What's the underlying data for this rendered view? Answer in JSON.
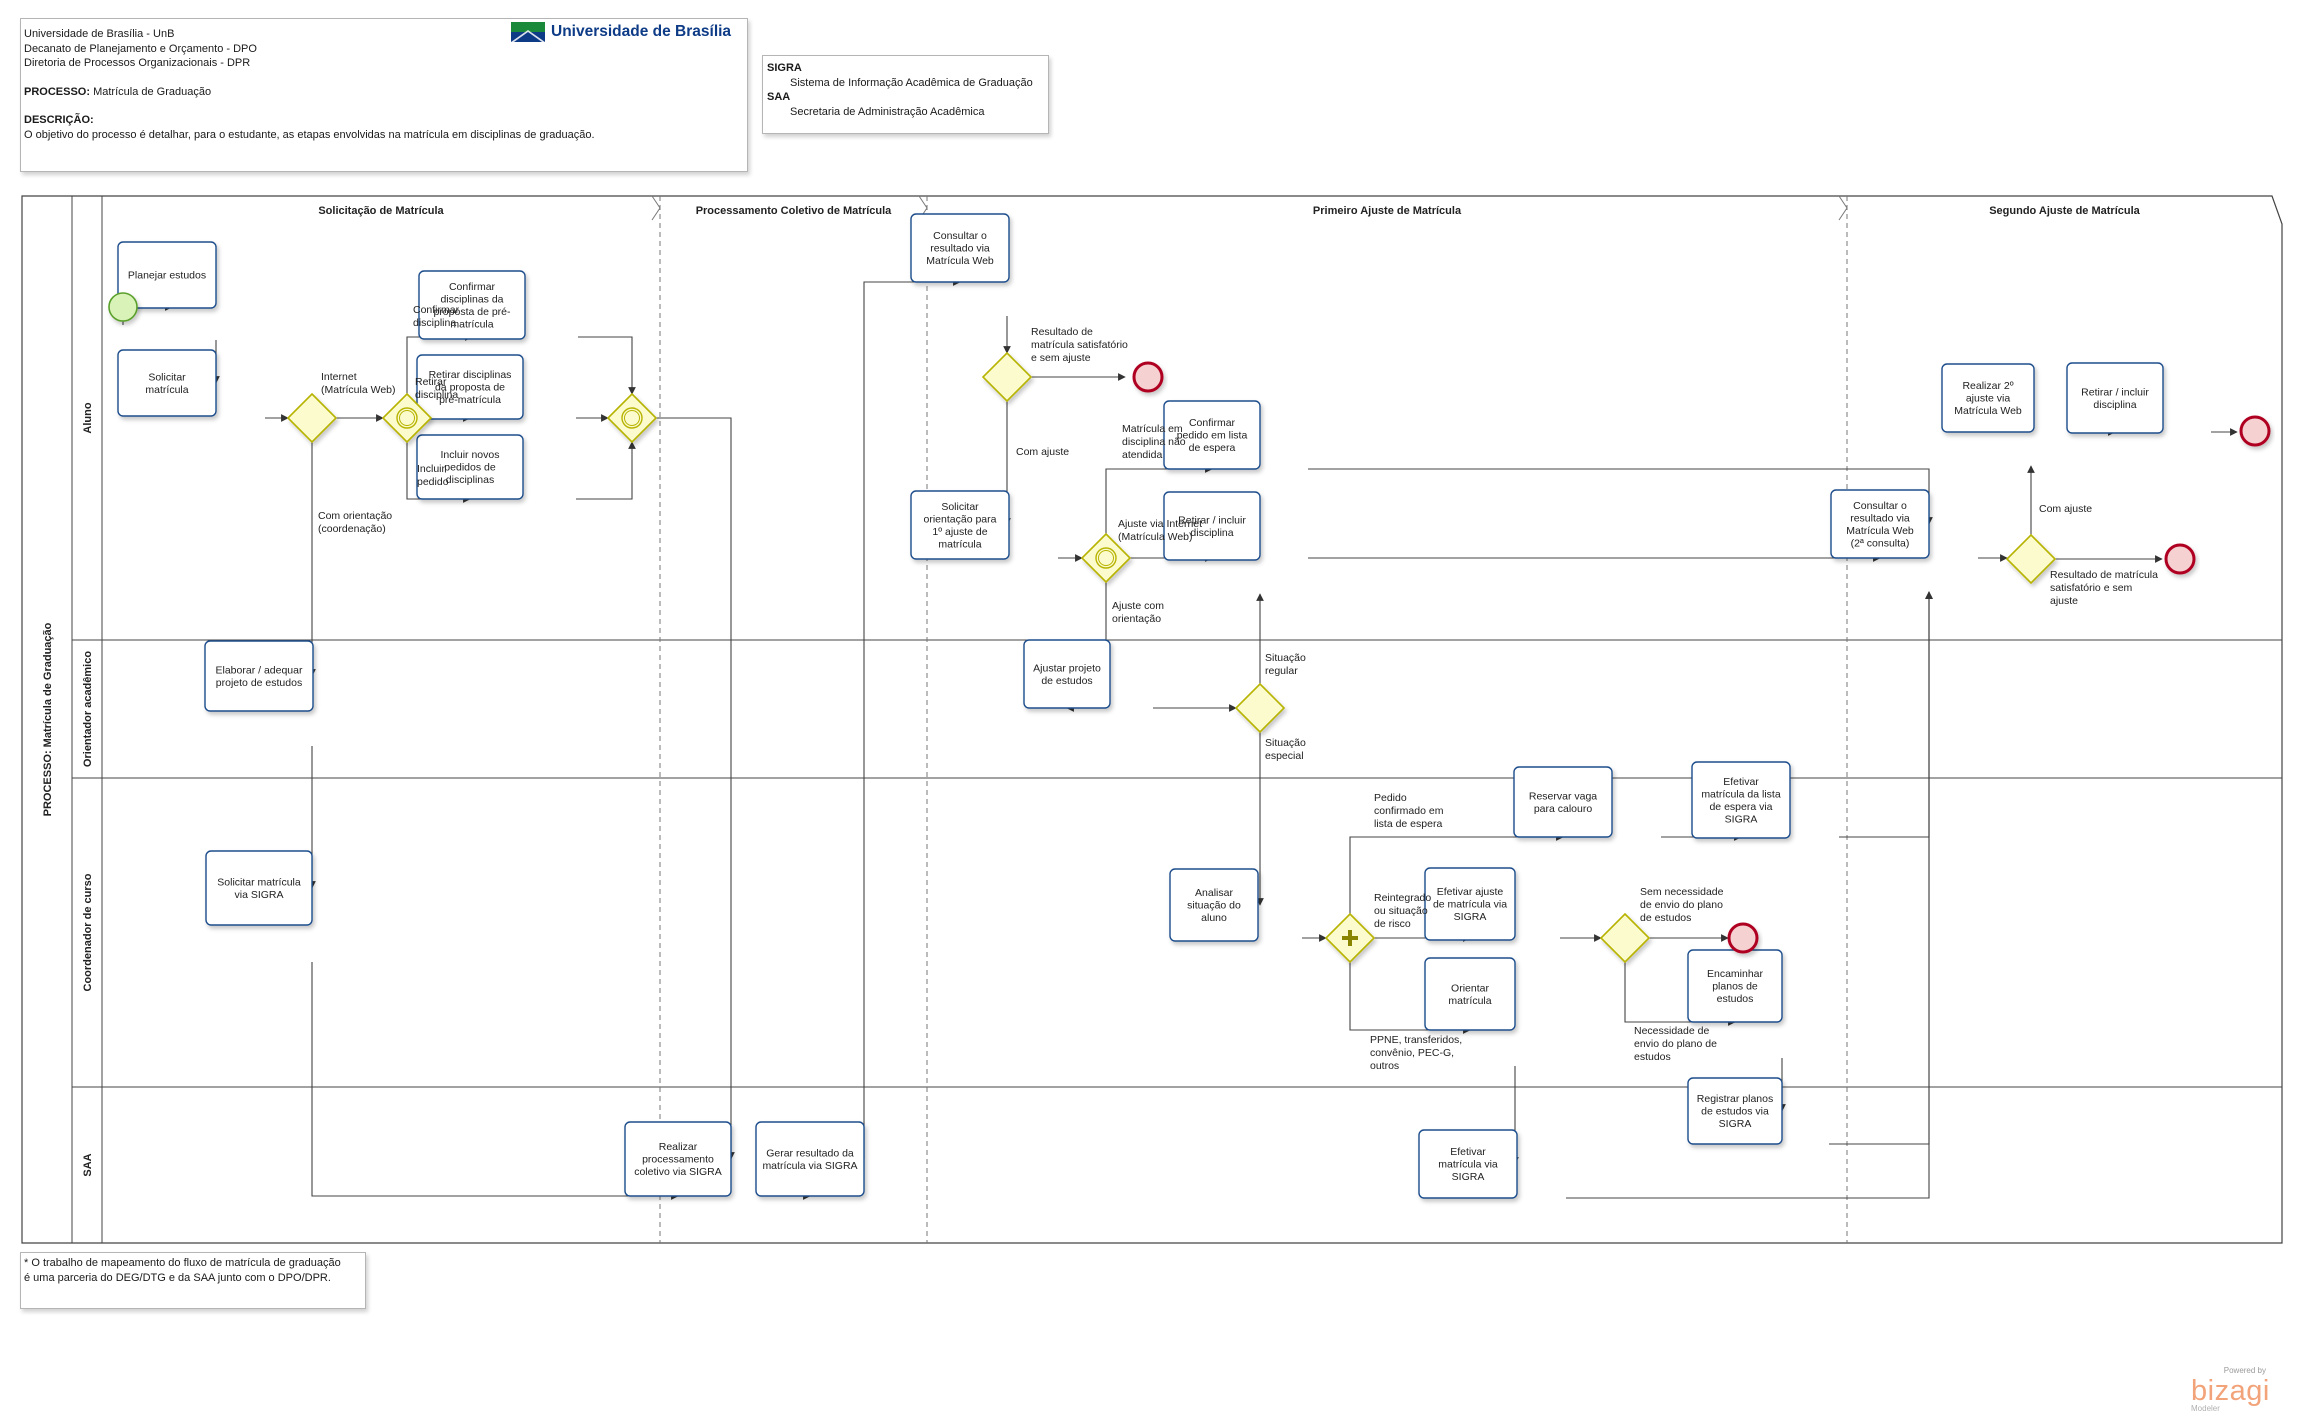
{
  "header": {
    "org_lines": [
      "Universidade de Brasília - UnB",
      "Decanato de Planejamento e Orçamento - DPO",
      "Diretoria de Processos Organizacionais - DPR"
    ],
    "process_label": "PROCESSO:",
    "process_name": "Matrícula de Graduação",
    "description_label": "DESCRIÇÃO:",
    "description_text": "O objetivo do processo é detalhar, para o estudante, as etapas envolvidas na matrícula em disciplinas de graduação.",
    "logo_text": "Universidade de Brasília"
  },
  "legend": {
    "items": [
      {
        "acronym": "SIGRA",
        "meaning": "Sistema de Informação Acadêmica de Graduação"
      },
      {
        "acronym": "SAA",
        "meaning": "Secretaria de Administração Acadêmica"
      }
    ]
  },
  "footnote": {
    "lines": [
      "* O trabalho de mapeamento do fluxo de matrícula de graduação",
      "é uma parceria do DEG/DTG e da SAA junto com o DPO/DPR."
    ]
  },
  "branding": {
    "powered_by": "Powered by",
    "brand": "bizagi",
    "product": "Modeler"
  },
  "pool": {
    "title": "PROCESSO: Matrícula de Graduação"
  },
  "lanes": [
    {
      "id": "aluno",
      "label": "Aluno"
    },
    {
      "id": "orientador",
      "label": "Orientador acadêmico"
    },
    {
      "id": "coordenador",
      "label": "Coordenador de curso"
    },
    {
      "id": "saa",
      "label": "SAA"
    }
  ],
  "phases": [
    {
      "id": "p1",
      "label": "Solicitação de Matrícula"
    },
    {
      "id": "p2",
      "label": "Processamento Coletivo de Matrícula"
    },
    {
      "id": "p3",
      "label": "Primeiro Ajuste de Matrícula"
    },
    {
      "id": "p4",
      "label": "Segundo Ajuste de Matrícula"
    }
  ],
  "tasks": [
    {
      "id": "t_planejar",
      "lines": [
        "Planejar estudos"
      ]
    },
    {
      "id": "t_solicitar",
      "lines": [
        "Solicitar",
        "matrícula"
      ]
    },
    {
      "id": "t_confirmar",
      "lines": [
        "Confirmar",
        "disciplinas da",
        "proposta de pré-",
        "matrícula"
      ]
    },
    {
      "id": "t_retirar",
      "lines": [
        "Retirar disciplinas",
        "da proposta de",
        "pré-matrícula"
      ]
    },
    {
      "id": "t_incluir",
      "lines": [
        "Incluir novos",
        "pedidos de",
        "disciplinas"
      ]
    },
    {
      "id": "t_elaborar",
      "lines": [
        "Elaborar / adequar",
        "projeto de estudos"
      ]
    },
    {
      "id": "t_solic_sigra",
      "lines": [
        "Solicitar matrícula",
        "via SIGRA"
      ]
    },
    {
      "id": "t_realizar_proc",
      "lines": [
        "Realizar",
        "processamento",
        "coletivo via SIGRA"
      ]
    },
    {
      "id": "t_gerar",
      "lines": [
        "Gerar resultado da",
        "matrícula via SIGRA"
      ]
    },
    {
      "id": "t_consultar1",
      "lines": [
        "Consultar o",
        "resultado via",
        "Matrícula Web"
      ]
    },
    {
      "id": "t_solic_orient",
      "lines": [
        "Solicitar",
        "orientação para",
        "1º ajuste de",
        "matrícula"
      ]
    },
    {
      "id": "t_confirmar_espera",
      "lines": [
        "Confirmar",
        "pedido em lista",
        "de espera"
      ]
    },
    {
      "id": "t_retirar_incluir1",
      "lines": [
        "Retirar / incluir",
        "disciplina"
      ]
    },
    {
      "id": "t_ajustar",
      "lines": [
        "Ajustar projeto",
        "de estudos"
      ]
    },
    {
      "id": "t_analisar",
      "lines": [
        "Analisar",
        "situação do",
        "aluno"
      ]
    },
    {
      "id": "t_reservar",
      "lines": [
        "Reservar vaga",
        "para calouro"
      ]
    },
    {
      "id": "t_efetivar_lista",
      "lines": [
        "Efetivar",
        "matrícula da lista",
        "de espera  via",
        "SIGRA"
      ]
    },
    {
      "id": "t_efetivar_ajuste",
      "lines": [
        "Efetivar ajuste",
        "de matrícula via",
        "SIGRA"
      ]
    },
    {
      "id": "t_orientar",
      "lines": [
        "Orientar",
        "matrícula"
      ]
    },
    {
      "id": "t_encaminhar",
      "lines": [
        "Encaminhar",
        "planos de",
        "estudos"
      ]
    },
    {
      "id": "t_registrar",
      "lines": [
        "Registrar planos",
        "de estudos via",
        "SIGRA"
      ]
    },
    {
      "id": "t_efetivar_saa",
      "lines": [
        "Efetivar",
        "matrícula via",
        "SIGRA"
      ]
    },
    {
      "id": "t_consultar2",
      "lines": [
        "Consultar o",
        "resultado via",
        "Matrícula Web",
        "(2ª consulta)"
      ]
    },
    {
      "id": "t_realizar2",
      "lines": [
        "Realizar 2º",
        "ajuste via",
        "Matrícula Web"
      ]
    },
    {
      "id": "t_retirar_incluir2",
      "lines": [
        "Retirar / incluir",
        "disciplina"
      ]
    }
  ],
  "flow_labels": [
    {
      "id": "l_internet",
      "lines": [
        "Internet",
        "(Matrícula Web)"
      ]
    },
    {
      "id": "l_com_orient",
      "lines": [
        "Com orientação",
        "(coordenação)"
      ]
    },
    {
      "id": "l_confirmar",
      "lines": [
        "Confirmar",
        "disciplina"
      ]
    },
    {
      "id": "l_retirar",
      "lines": [
        "Retirar",
        "disciplina"
      ]
    },
    {
      "id": "l_incluir",
      "lines": [
        "Incluir",
        "pedido"
      ]
    },
    {
      "id": "l_satisf1",
      "lines": [
        "Resultado de",
        "matrícula satisfatório",
        "e sem ajuste"
      ]
    },
    {
      "id": "l_com_ajuste1",
      "lines": [
        "Com ajuste"
      ]
    },
    {
      "id": "l_nao_atendida",
      "lines": [
        "Matrícula em",
        "disciplina não",
        "atendida"
      ]
    },
    {
      "id": "l_ajuste_internet",
      "lines": [
        "Ajuste via Internet",
        "(Matrícula Web)"
      ]
    },
    {
      "id": "l_ajuste_orient",
      "lines": [
        "Ajuste com",
        "orientação"
      ]
    },
    {
      "id": "l_regular",
      "lines": [
        "Situação",
        "regular"
      ]
    },
    {
      "id": "l_especial",
      "lines": [
        "Situação",
        "especial"
      ]
    },
    {
      "id": "l_pedido_conf",
      "lines": [
        "Pedido",
        "confirmado em",
        "lista de espera"
      ]
    },
    {
      "id": "l_reintegrado",
      "lines": [
        "Reintegrado",
        "ou situação",
        "de risco"
      ]
    },
    {
      "id": "l_ppne",
      "lines": [
        "PPNE, transferidos,",
        "convênio, PEC-G,",
        "outros"
      ]
    },
    {
      "id": "l_sem_nec",
      "lines": [
        "Sem necessidade",
        "de envio do plano",
        "de estudos"
      ]
    },
    {
      "id": "l_nec",
      "lines": [
        "Necessidade de",
        "envio do plano de",
        "estudos"
      ]
    },
    {
      "id": "l_com_ajuste2",
      "lines": [
        "Com ajuste"
      ]
    },
    {
      "id": "l_satisf2",
      "lines": [
        "Resultado de matrícula",
        "satisfatório e sem",
        "ajuste"
      ]
    }
  ],
  "colors": {
    "task_fill": "#ffffff",
    "task_border": "#1f4e8c",
    "gateway_fill": "#fbfbce",
    "gateway_border": "#b7b300",
    "start_fill": "#d8f2b8",
    "start_border": "#5aa02c",
    "end_fill": "#f6d1d1",
    "end_border": "#b00020",
    "lines": "#555555",
    "logo_blue": "#0d3b86",
    "logo_green": "#1a8a3a"
  }
}
